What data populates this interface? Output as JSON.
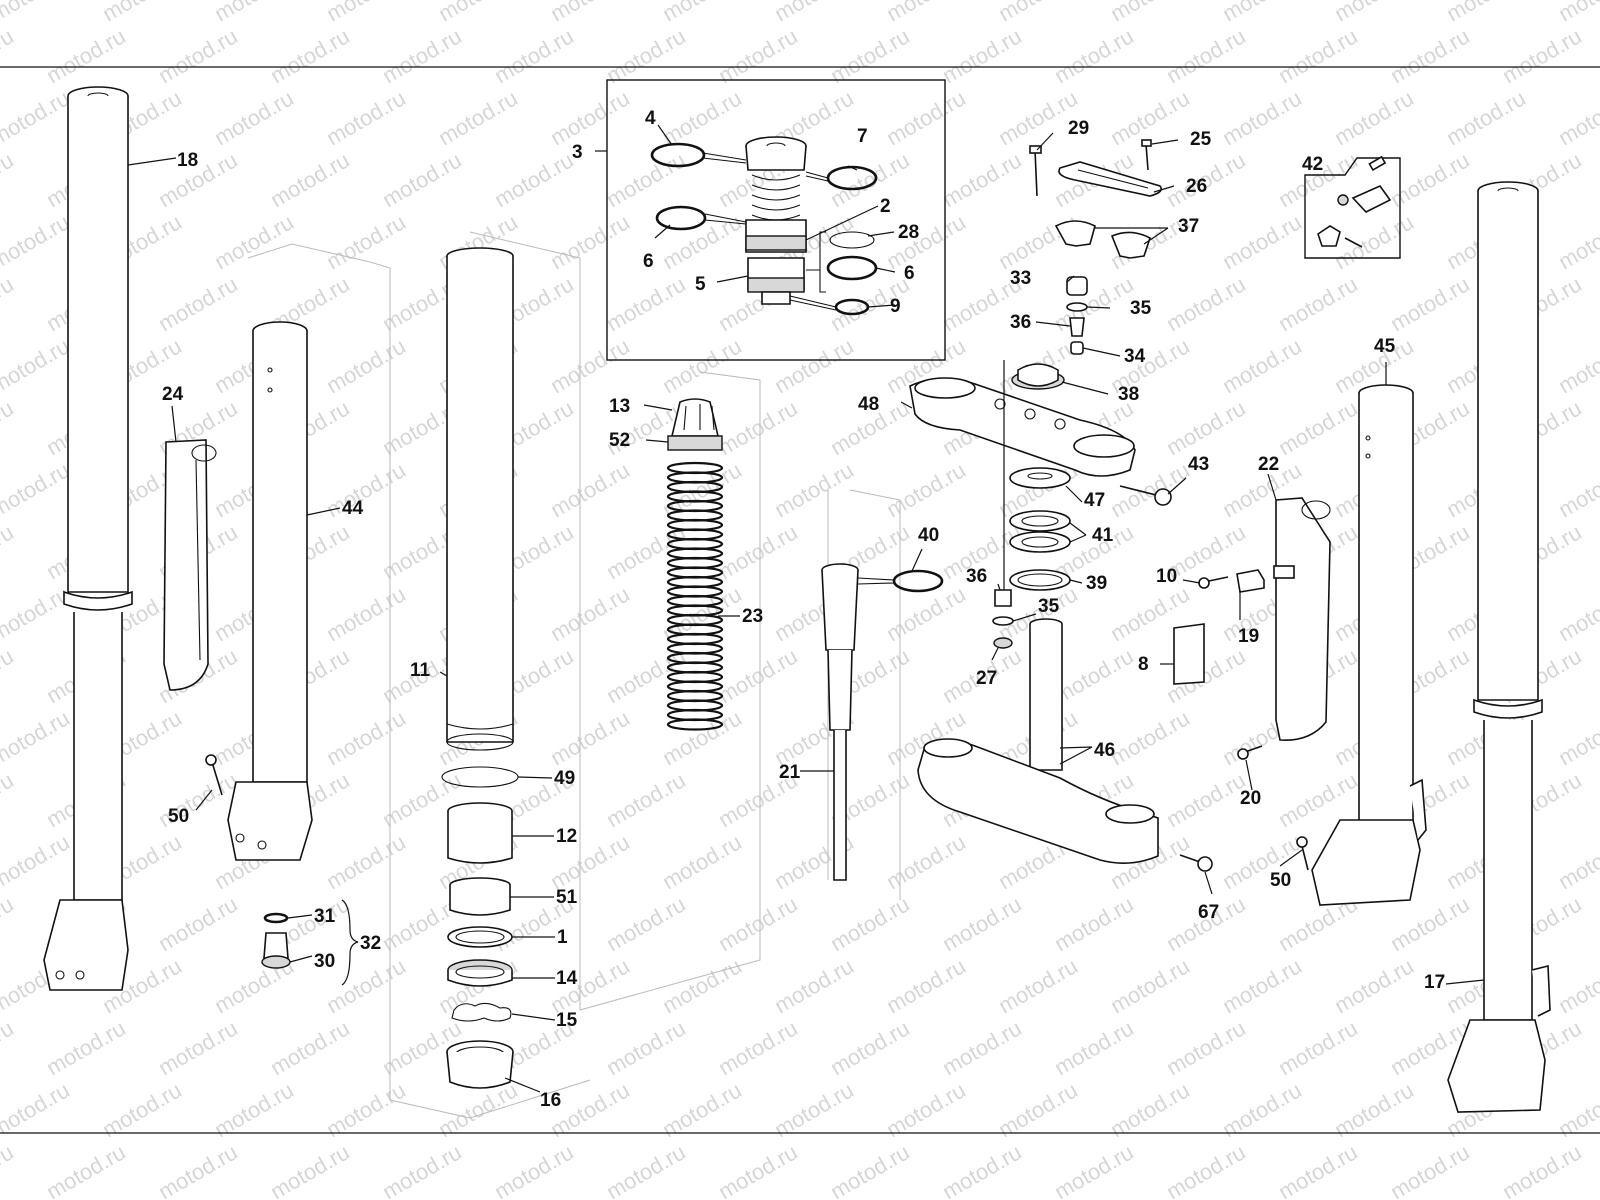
{
  "diagram": {
    "title": "Front fork exploded parts diagram",
    "watermark": "motod.ru",
    "callouts": [
      {
        "id": "c1",
        "label": "1"
      },
      {
        "id": "c2",
        "label": "2"
      },
      {
        "id": "c3",
        "label": "3"
      },
      {
        "id": "c4",
        "label": "4"
      },
      {
        "id": "c5",
        "label": "5"
      },
      {
        "id": "c6a",
        "label": "6"
      },
      {
        "id": "c6b",
        "label": "6"
      },
      {
        "id": "c7",
        "label": "7"
      },
      {
        "id": "c8",
        "label": "8"
      },
      {
        "id": "c9",
        "label": "9"
      },
      {
        "id": "c10",
        "label": "10"
      },
      {
        "id": "c11",
        "label": "11"
      },
      {
        "id": "c12",
        "label": "12"
      },
      {
        "id": "c13",
        "label": "13"
      },
      {
        "id": "c14",
        "label": "14"
      },
      {
        "id": "c15",
        "label": "15"
      },
      {
        "id": "c16",
        "label": "16"
      },
      {
        "id": "c17",
        "label": "17"
      },
      {
        "id": "c18",
        "label": "18"
      },
      {
        "id": "c19",
        "label": "19"
      },
      {
        "id": "c20",
        "label": "20"
      },
      {
        "id": "c21",
        "label": "21"
      },
      {
        "id": "c22",
        "label": "22"
      },
      {
        "id": "c23",
        "label": "23"
      },
      {
        "id": "c24",
        "label": "24"
      },
      {
        "id": "c25",
        "label": "25"
      },
      {
        "id": "c26",
        "label": "26"
      },
      {
        "id": "c27",
        "label": "27"
      },
      {
        "id": "c28",
        "label": "28"
      },
      {
        "id": "c29",
        "label": "29"
      },
      {
        "id": "c30",
        "label": "30"
      },
      {
        "id": "c31",
        "label": "31"
      },
      {
        "id": "c32",
        "label": "32"
      },
      {
        "id": "c33",
        "label": "33"
      },
      {
        "id": "c34",
        "label": "34"
      },
      {
        "id": "c35a",
        "label": "35"
      },
      {
        "id": "c35b",
        "label": "35"
      },
      {
        "id": "c36a",
        "label": "36"
      },
      {
        "id": "c36b",
        "label": "36"
      },
      {
        "id": "c37",
        "label": "37"
      },
      {
        "id": "c38",
        "label": "38"
      },
      {
        "id": "c39",
        "label": "39"
      },
      {
        "id": "c40",
        "label": "40"
      },
      {
        "id": "c41",
        "label": "41"
      },
      {
        "id": "c42",
        "label": "42"
      },
      {
        "id": "c43",
        "label": "43"
      },
      {
        "id": "c44",
        "label": "44"
      },
      {
        "id": "c45",
        "label": "45"
      },
      {
        "id": "c46",
        "label": "46"
      },
      {
        "id": "c47",
        "label": "47"
      },
      {
        "id": "c48",
        "label": "48"
      },
      {
        "id": "c49",
        "label": "49"
      },
      {
        "id": "c50a",
        "label": "50"
      },
      {
        "id": "c50b",
        "label": "50"
      },
      {
        "id": "c51",
        "label": "51"
      },
      {
        "id": "c52",
        "label": "52"
      },
      {
        "id": "c67",
        "label": "67"
      }
    ]
  }
}
